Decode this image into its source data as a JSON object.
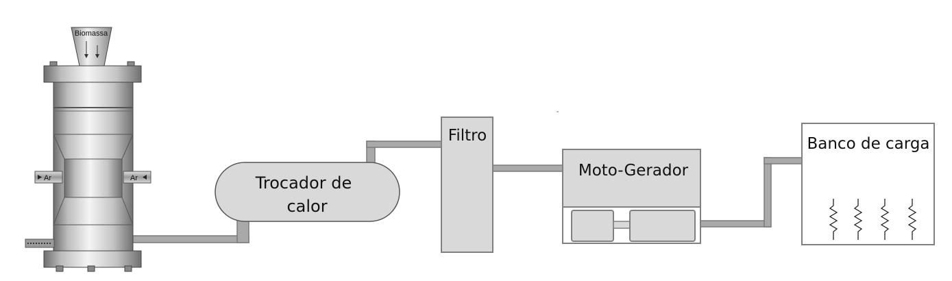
{
  "gasifier": {
    "hopper_label": "Biomassa",
    "air_inlet_left": "Ar",
    "air_inlet_right": "Ar"
  },
  "heat_exchanger": {
    "line1": "Trocador de",
    "line2": "calor"
  },
  "filter": {
    "label": "Filtro"
  },
  "motor_generator": {
    "label": "Moto-Gerador"
  },
  "load_bank": {
    "label": "Banco de carga"
  },
  "colors": {
    "pipe": "#a9a9a9",
    "pipe_edge": "#7a7a7a",
    "box_fill": "#d9d9d9",
    "box_edge": "#808080",
    "metal_light": "#efefef",
    "metal_dark": "#6e6e6e"
  }
}
